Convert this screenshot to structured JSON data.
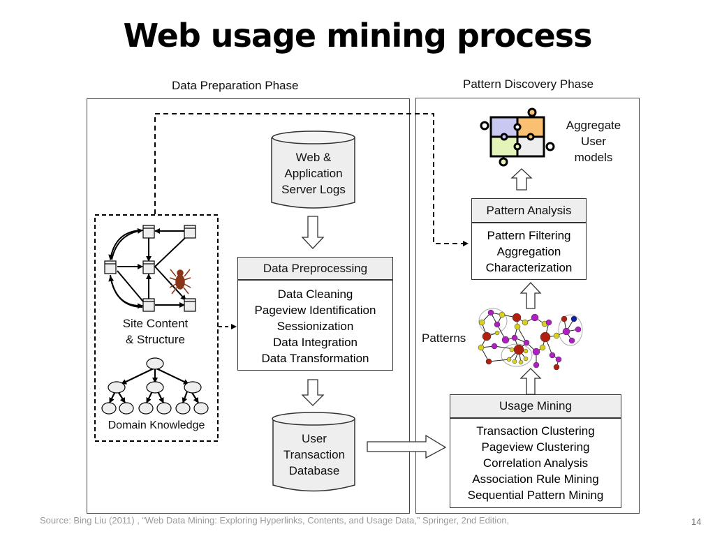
{
  "slide": {
    "title": "Web usage mining process",
    "page_number": "14",
    "source": "Source: Bing Liu (2011) , “Web Data Mining: Exploring Hyperlinks, Contents, and Usage Data,” Springer, 2nd Edition,"
  },
  "diagram": {
    "phases": {
      "preparation": "Data Preparation Phase",
      "discovery": "Pattern Discovery Phase"
    },
    "web_logs": [
      "Web &",
      "Application",
      "Server Logs"
    ],
    "site_content_label": [
      "Site Content",
      "& Structure"
    ],
    "domain_knowledge_label": "Domain Knowledge",
    "data_preprocessing": {
      "title": "Data Preprocessing",
      "items": [
        "Data Cleaning",
        "Pageview Identification",
        "Sessionization",
        "Data Integration",
        "Data Transformation"
      ]
    },
    "user_transaction_db": [
      "User",
      "Transaction",
      "Database"
    ],
    "usage_mining": {
      "title": "Usage Mining",
      "items": [
        "Transaction Clustering",
        "Pageview Clustering",
        "Correlation Analysis",
        "Association Rule Mining",
        "Sequential Pattern Mining"
      ]
    },
    "patterns_label": "Patterns",
    "pattern_analysis": {
      "title": "Pattern Analysis",
      "items": [
        "Pattern Filtering",
        "Aggregation",
        "Characterization"
      ]
    },
    "aggregate_models": [
      "Aggregate",
      "User",
      "models"
    ],
    "colors": {
      "box_header": "#eeeeee",
      "puzzle_purple": "#c8c8f0",
      "puzzle_orange": "#f8c070",
      "puzzle_green": "#e4f4b8",
      "puzzle_gray": "#eeeeee",
      "node_magenta": "#b020c0",
      "node_yellow": "#d8d020",
      "node_red": "#b02010",
      "node_blue": "#1020a0",
      "spider": "#8a3418"
    }
  }
}
